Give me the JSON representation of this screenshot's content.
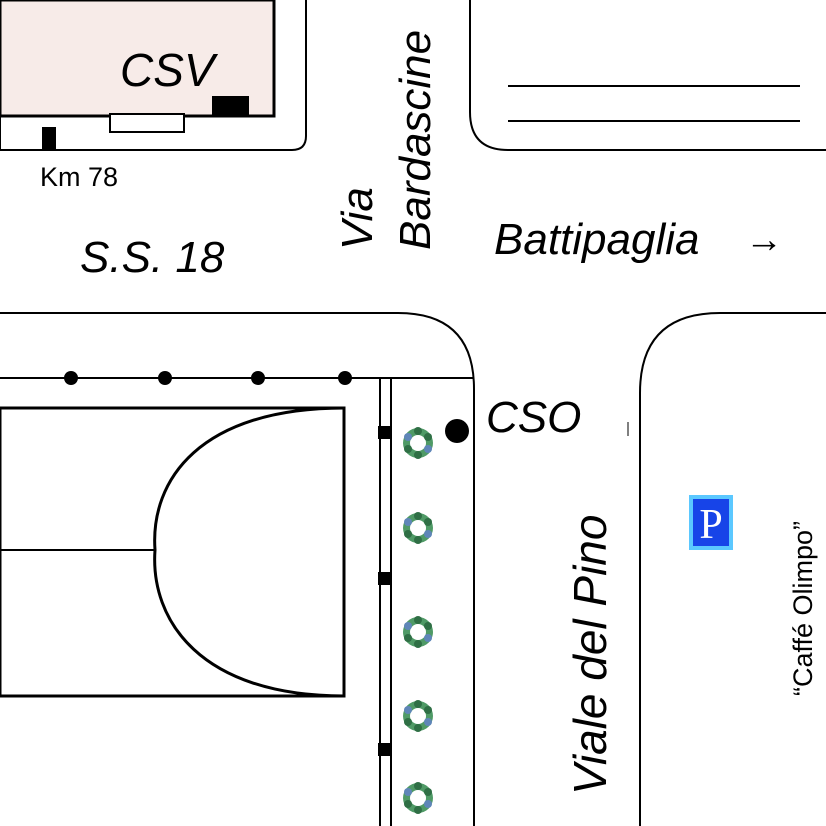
{
  "map": {
    "labels": {
      "csv": "CSV",
      "km": "Km 78",
      "highway": "S.S. 18",
      "street_via": "Via",
      "street_bardascine": "Bardascine",
      "direction": "Battipaglia",
      "direction_arrow": "→",
      "cso": "CSO",
      "viale": "Viale del Pino",
      "parking": "P",
      "cafe": "“Caffé Olimpo”"
    },
    "colors": {
      "building_fill": "#f7ebe8",
      "line": "#000000",
      "parking_fill": "#1744e8",
      "parking_border": "#5bc8ff",
      "tree": "#3c8a55"
    },
    "trees_count": 5,
    "icons": [
      "parking-icon",
      "tree-icon",
      "arrow-right-icon",
      "cso-marker-icon"
    ]
  }
}
